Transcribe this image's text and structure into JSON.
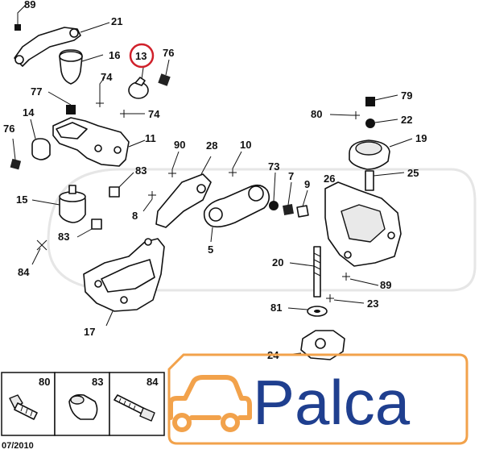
{
  "diagram": {
    "highlight_color": "#d0202a",
    "logo_color": "#1f3f8f",
    "car_color": "#f2a24b",
    "labels": [
      {
        "id": "89",
        "text": "89"
      },
      {
        "id": "21",
        "text": "21"
      },
      {
        "id": "16",
        "text": "16"
      },
      {
        "id": "13",
        "text": "13"
      },
      {
        "id": "76a",
        "text": "76"
      },
      {
        "id": "77",
        "text": "77"
      },
      {
        "id": "74a",
        "text": "74"
      },
      {
        "id": "74b",
        "text": "74"
      },
      {
        "id": "14",
        "text": "14"
      },
      {
        "id": "76b",
        "text": "76"
      },
      {
        "id": "11",
        "text": "11"
      },
      {
        "id": "90",
        "text": "90"
      },
      {
        "id": "28",
        "text": "28"
      },
      {
        "id": "10",
        "text": "10"
      },
      {
        "id": "83a",
        "text": "83"
      },
      {
        "id": "73",
        "text": "73"
      },
      {
        "id": "7",
        "text": "7"
      },
      {
        "id": "9",
        "text": "9"
      },
      {
        "id": "15",
        "text": "15"
      },
      {
        "id": "8",
        "text": "8"
      },
      {
        "id": "83b",
        "text": "83"
      },
      {
        "id": "5",
        "text": "5"
      },
      {
        "id": "84",
        "text": "84"
      },
      {
        "id": "17",
        "text": "17"
      },
      {
        "id": "80",
        "text": "80"
      },
      {
        "id": "79",
        "text": "79"
      },
      {
        "id": "22",
        "text": "22"
      },
      {
        "id": "19",
        "text": "19"
      },
      {
        "id": "26",
        "text": "26"
      },
      {
        "id": "25",
        "text": "25"
      },
      {
        "id": "20",
        "text": "20"
      },
      {
        "id": "89b",
        "text": "89"
      },
      {
        "id": "81",
        "text": "81"
      },
      {
        "id": "23",
        "text": "23"
      },
      {
        "id": "24",
        "text": "24"
      }
    ],
    "legend": [
      {
        "number": "80"
      },
      {
        "number": "83"
      },
      {
        "number": "84"
      }
    ],
    "date": "07/2010",
    "logo_text": "Palca"
  }
}
